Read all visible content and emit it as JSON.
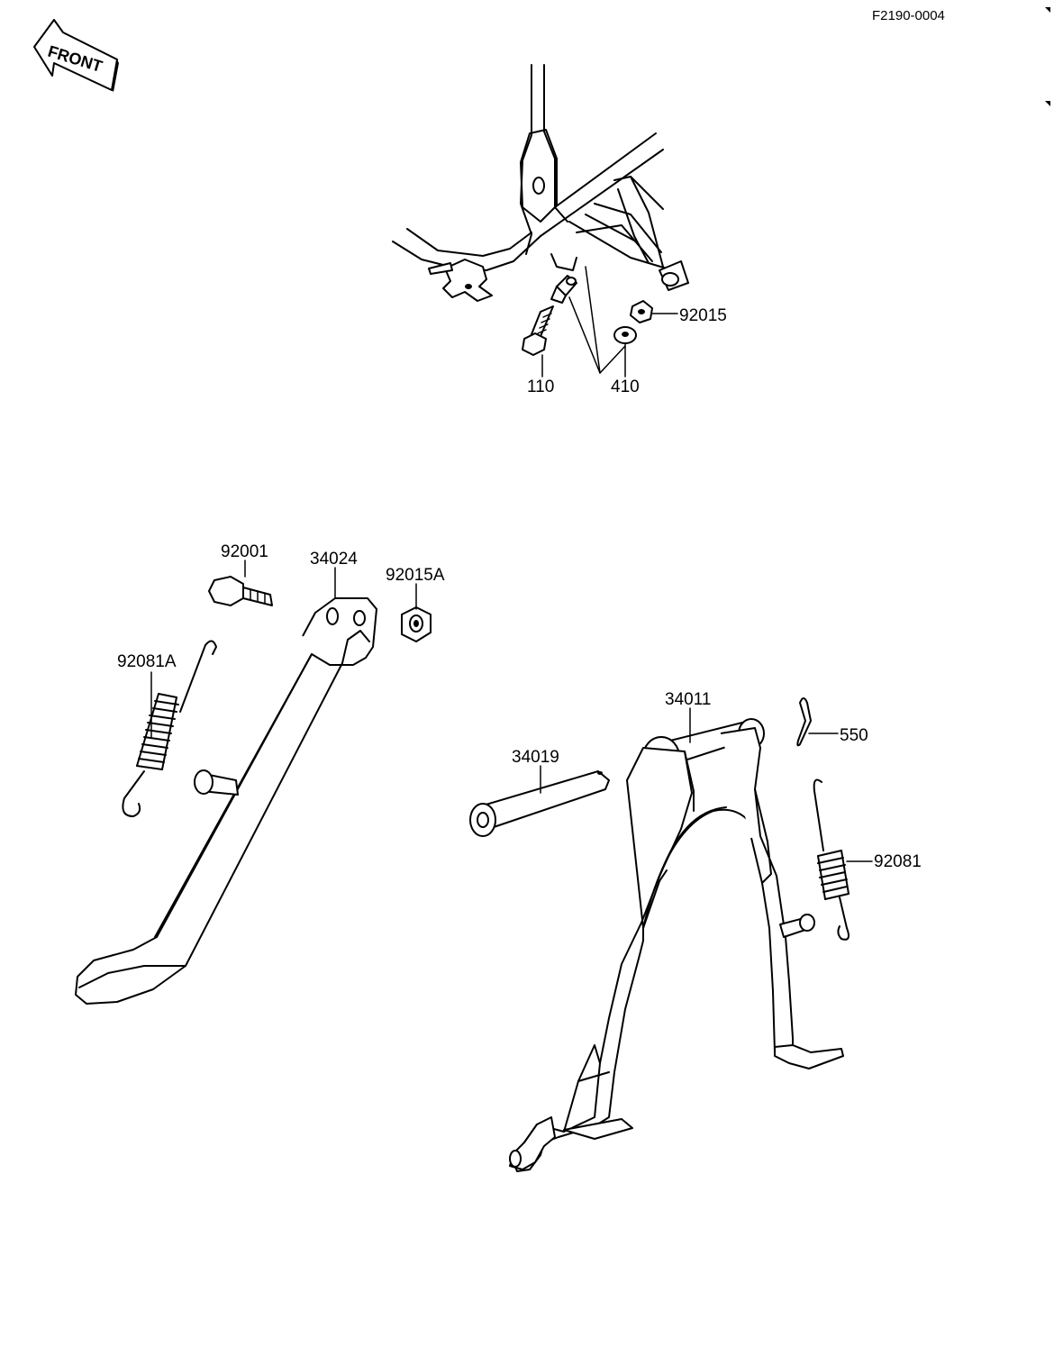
{
  "drawing_code": "F2190-0004",
  "front_arrow_label": "FRONT",
  "callouts": {
    "c110": "110",
    "c410": "410",
    "c92015": "92015",
    "c92001": "92001",
    "c34024": "34024",
    "c92015A": "92015A",
    "c92081A": "92081A",
    "c34011": "34011",
    "c550": "550",
    "c34019": "34019",
    "c92081": "92081"
  }
}
